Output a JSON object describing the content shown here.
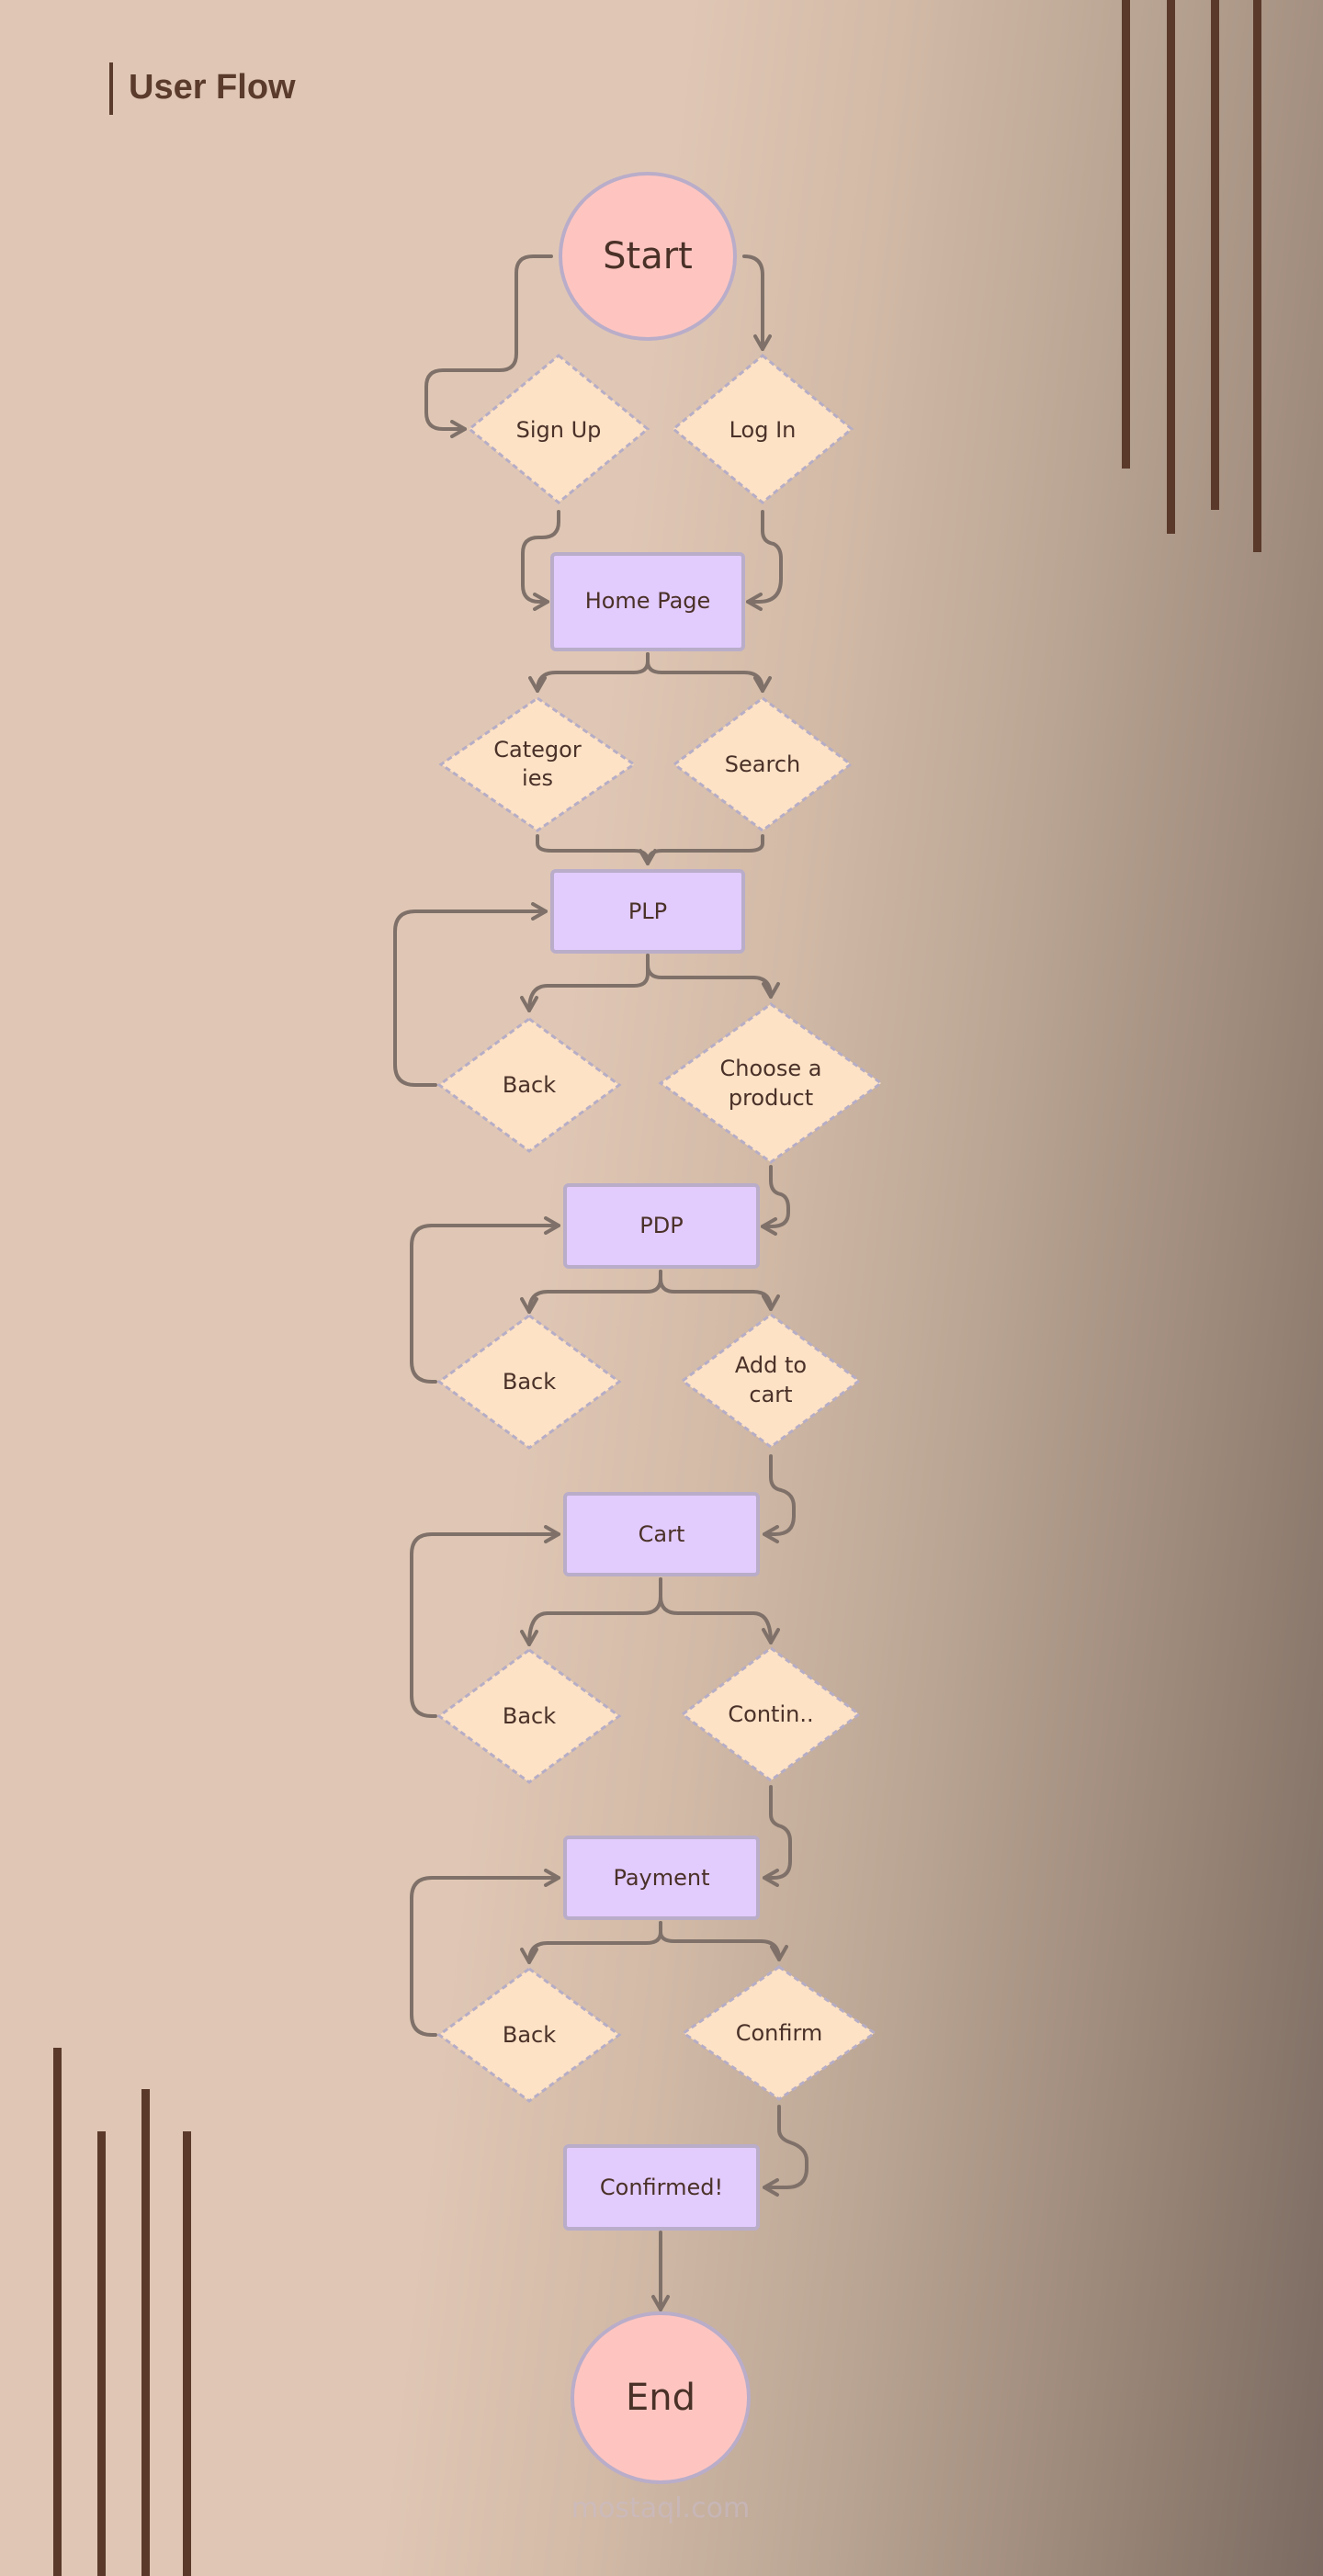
{
  "header": {
    "title": "User Flow"
  },
  "nodes": {
    "start": "Start",
    "sign_up": "Sign Up",
    "log_in": "Log In",
    "home_page": "Home Page",
    "categories": [
      "Categor",
      "ies"
    ],
    "search": "Search",
    "plp": "PLP",
    "back_plp": "Back",
    "choose_product": [
      "Choose a",
      "product"
    ],
    "pdp": "PDP",
    "back_pdp": "Back",
    "add_to_cart": [
      "Add to",
      "cart"
    ],
    "cart": "Cart",
    "back_cart": "Back",
    "continue": "Contin..",
    "payment": "Payment",
    "back_payment": "Back",
    "confirm": "Confirm",
    "confirmed": "Confirmed!",
    "end": "End"
  },
  "watermark": "mostaql.com",
  "colors": {
    "decision_fill": "#fde2c6",
    "process_fill": "#e2cbfd",
    "terminal_fill": "#fec5c0",
    "connector": "#7f7169",
    "accent": "#5a392a"
  }
}
